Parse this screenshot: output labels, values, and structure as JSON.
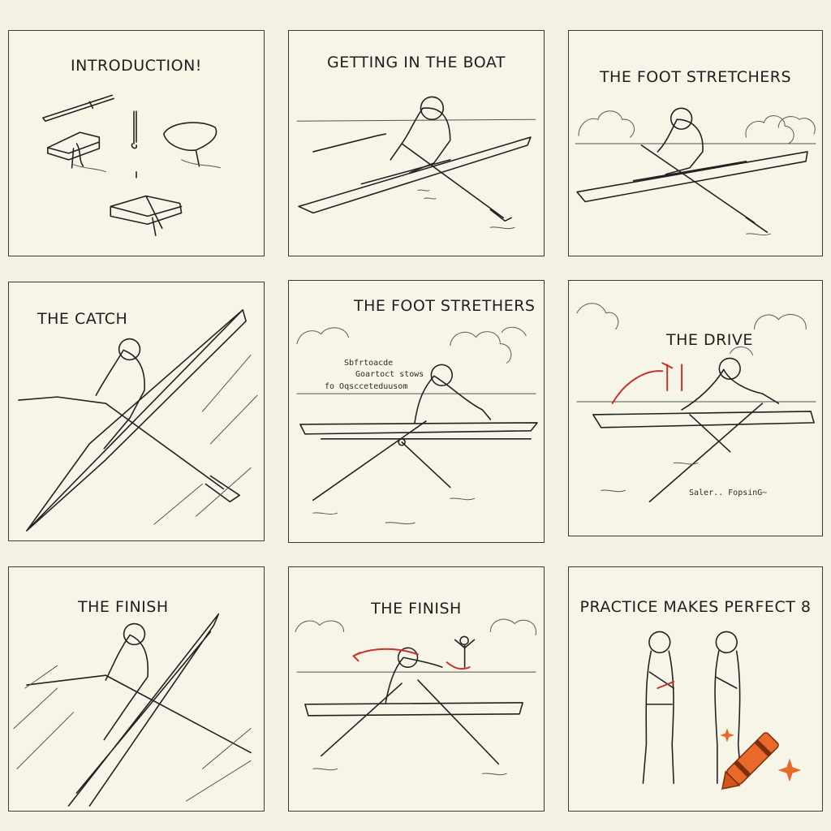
{
  "panels": [
    {
      "title": "INTRODUCTION!"
    },
    {
      "title": "GETTING IN THE BOAT"
    },
    {
      "title": "THE FOOT STRETCHERS"
    },
    {
      "title": "THE CATCH"
    },
    {
      "title": "THE FOOT STRETHERS",
      "notes": [
        "Sbfrtoacde",
        "Goartoct stows",
        "fo Oqscceteduusom"
      ]
    },
    {
      "title": "THE DRIVE",
      "notes": [
        "Saler.. FopsinG~"
      ]
    },
    {
      "title": "THE FINISH"
    },
    {
      "title": "THE FINISH"
    },
    {
      "title": "PRACTICE MAKES PERFECT 8"
    }
  ],
  "colors": {
    "ink": "#222222",
    "paper": "#f7f4e8",
    "accent_red": "#c8322a",
    "crayon": "#e8692a"
  },
  "icons": [
    "crayon-icon",
    "sparkle-icon"
  ]
}
